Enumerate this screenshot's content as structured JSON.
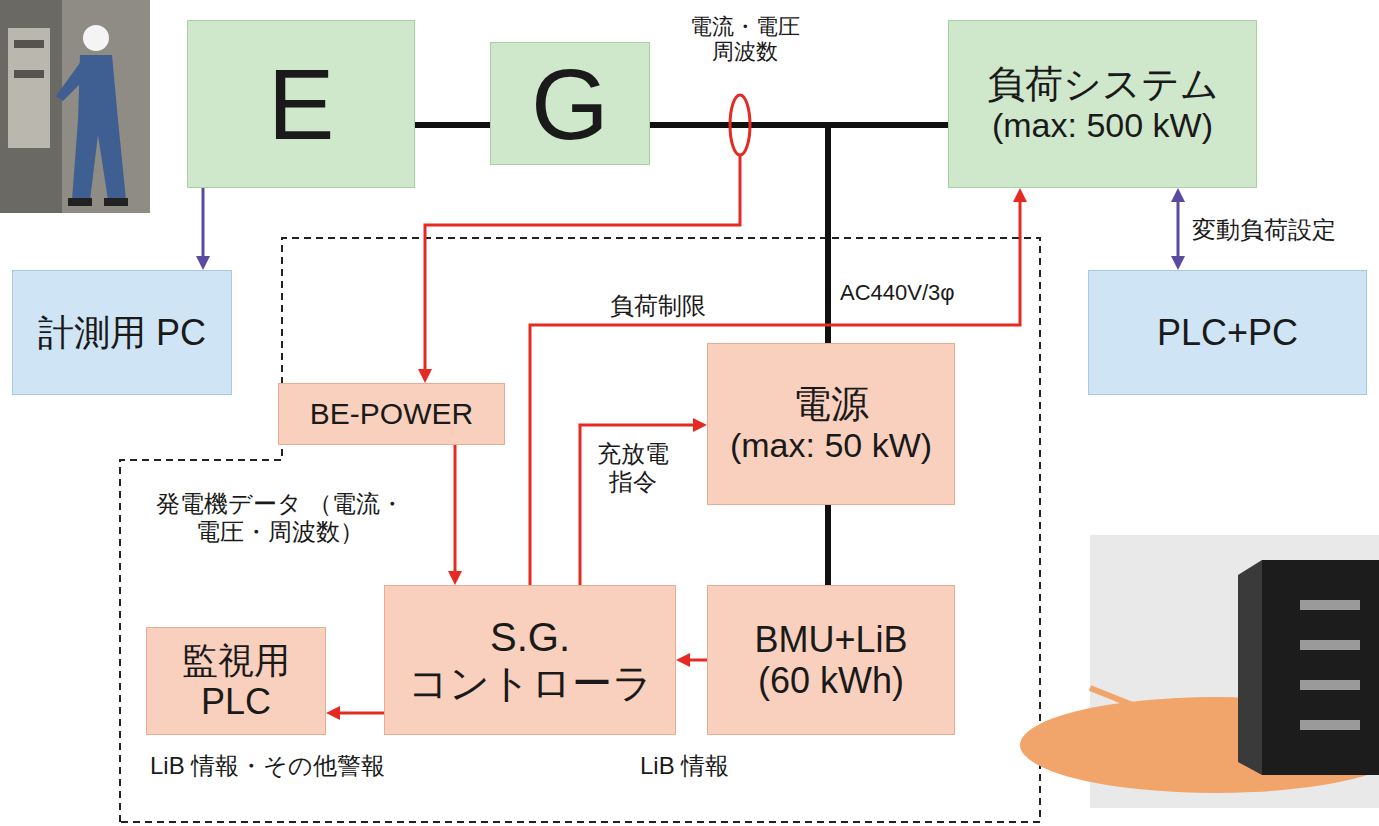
{
  "diagram": {
    "nodes": [
      {
        "text": [
          "E"
        ]
      },
      {
        "text": [
          "G"
        ]
      },
      {
        "text": [
          "負荷システム",
          "(max: 500 kW)"
        ]
      },
      {
        "text": [
          "計測用 PC"
        ]
      },
      {
        "text": [
          "PLC+PC"
        ]
      },
      {
        "text": [
          "BE-POWER"
        ]
      },
      {
        "text": [
          "電源",
          "(max: 50 kW)"
        ]
      },
      {
        "text": [
          "S.G. コントローラ"
        ]
      },
      {
        "text": [
          "BMU+LiB",
          "(60 kWh)"
        ]
      },
      {
        "text": [
          "監視用 PLC"
        ]
      }
    ],
    "edges": [
      {
        "from": 0,
        "to": 1,
        "arrow": "none"
      },
      {
        "from": 1,
        "to": 2,
        "arrow": "none"
      },
      {
        "from": 1,
        "to": 6,
        "arrow": "none",
        "label": "AC440V/3φ"
      },
      {
        "from": 0,
        "to": 3,
        "arrow": "to"
      },
      {
        "from": 2,
        "to": 4,
        "arrow": "both",
        "label": "変動負荷設定"
      },
      {
        "from": 6,
        "to": 8,
        "arrow": "none"
      },
      {
        "from": 5,
        "to": 7,
        "arrow": "to",
        "label": "発電機データ （電流・電圧・周波数）"
      },
      {
        "from": 7,
        "to": 2,
        "arrow": "to",
        "label": "負荷制限"
      },
      {
        "from": 7,
        "to": 6,
        "arrow": "to",
        "label": "充放電 指令"
      },
      {
        "from": 8,
        "to": 7,
        "arrow": "to",
        "label": "LiB 情報"
      },
      {
        "from": 7,
        "to": 9,
        "arrow": "to",
        "label": "LiB 情報・その他警報"
      }
    ],
    "labels": [
      "電流・電圧 周波数"
    ]
  }
}
